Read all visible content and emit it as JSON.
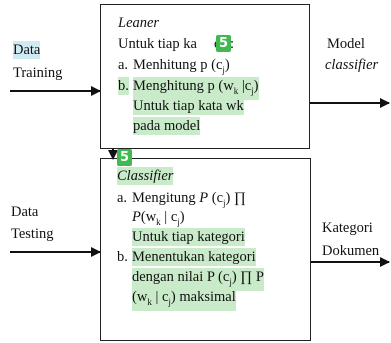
{
  "colors": {
    "highlight_green": "#c9ebc9",
    "highlight_blue": "#cfeaf2",
    "badge": "#3fb950",
    "line": "#111111"
  },
  "inputs": {
    "training_line1": "Data",
    "training_line2": "Training",
    "testing_line1": "Data",
    "testing_line2": "Testing"
  },
  "outputs": {
    "model_line1": "Model",
    "model_line2": "classifier",
    "category_line1": "Kategori",
    "category_line2": "Dokumen"
  },
  "learner": {
    "title": "Leaner",
    "line1_pre": "Untuk tiap ka",
    "line1_post": "ori:",
    "step_a_marker": "a.",
    "step_a_text": "Menhitung p (c",
    "step_a_sub": "j",
    "step_a_close": ")",
    "step_b_marker": "b.",
    "step_b_text": "Menghitung p (w",
    "step_b_sub1": "k",
    "step_b_mid": " |c",
    "step_b_sub2": "j",
    "step_b_close": ")",
    "step_b_line2": "Untuk tiap kata wk",
    "step_b_line3": "pada model",
    "badge": "5"
  },
  "classifier": {
    "title": "Classifier",
    "step_a_marker": "a.",
    "step_a_pre": "Mengitung ",
    "step_a_p": "P",
    "step_a_open": " (c",
    "step_a_sub": "j",
    "step_a_post": ") ∏",
    "step_a_line2_p": "P",
    "step_a_line2_rest": "(w",
    "step_a_line2_sub1": "k",
    "step_a_line2_mid": " | c",
    "step_a_line2_sub2": "j",
    "step_a_line2_close": ")",
    "step_a_line3": "Untuk tiap kategori",
    "step_b_marker": "b.",
    "step_b_line1": "Menentukan kategori",
    "step_b_line2_pre": "dengan nilai P (c",
    "step_b_line2_sub": "j",
    "step_b_line2_post": ") ∏ P",
    "step_b_line3_open": "(w",
    "step_b_line3_sub1": "k",
    "step_b_line3_mid": " | c",
    "step_b_line3_sub2": "j",
    "step_b_line3_close": ") maksimal",
    "badge": "5"
  }
}
